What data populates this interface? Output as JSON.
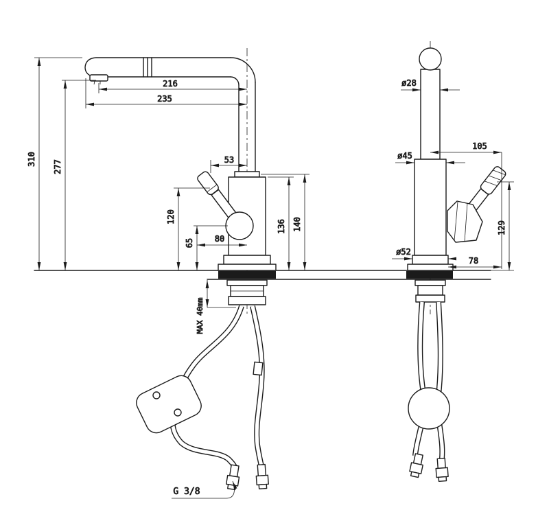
{
  "drawing": {
    "front_view": {
      "dims": {
        "d216": "216",
        "d235": "235",
        "d310": "310",
        "d277": "277",
        "d53": "53",
        "d120": "120",
        "d65": "65",
        "d80": "80",
        "d136": "136",
        "d140": "140",
        "max_mount": "MAX 40mm",
        "thread": "G 3/8"
      }
    },
    "side_view": {
      "dims": {
        "d28": "ø28",
        "d105": "105",
        "d45": "ø45",
        "d52": "ø52",
        "d78": "78",
        "d129": "129"
      }
    },
    "colors": {
      "line": "#1b1b1b",
      "background": "#ffffff"
    }
  }
}
